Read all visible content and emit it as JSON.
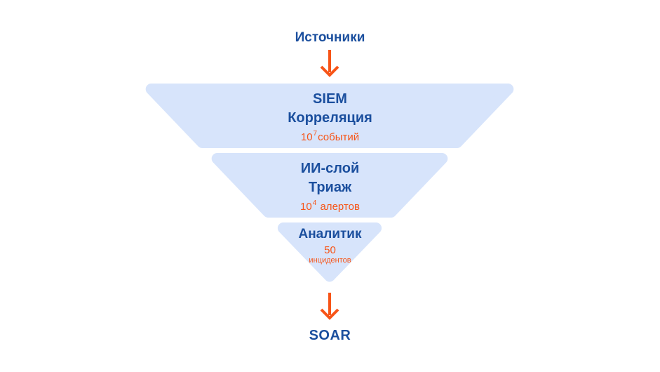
{
  "colors": {
    "background": "#ffffff",
    "funnel_fill": "#d7e4fb",
    "text_blue": "#1b4f9e",
    "accent_orange": "#f75417"
  },
  "source": {
    "label": "Источники"
  },
  "soar": {
    "label": "SOAR"
  },
  "tier1": {
    "title1": "SIEM",
    "title2": "Корреляция",
    "metric_base": "10",
    "metric_exp": "7",
    "metric_unit": "событий"
  },
  "tier2": {
    "title1": "ИИ-слой",
    "title2": "Триаж",
    "metric_base": "10",
    "metric_exp": "4",
    "metric_unit": "алертов"
  },
  "tier3": {
    "title": "Аналитик",
    "metric_value": "50",
    "metric_unit": "инцидентов"
  }
}
